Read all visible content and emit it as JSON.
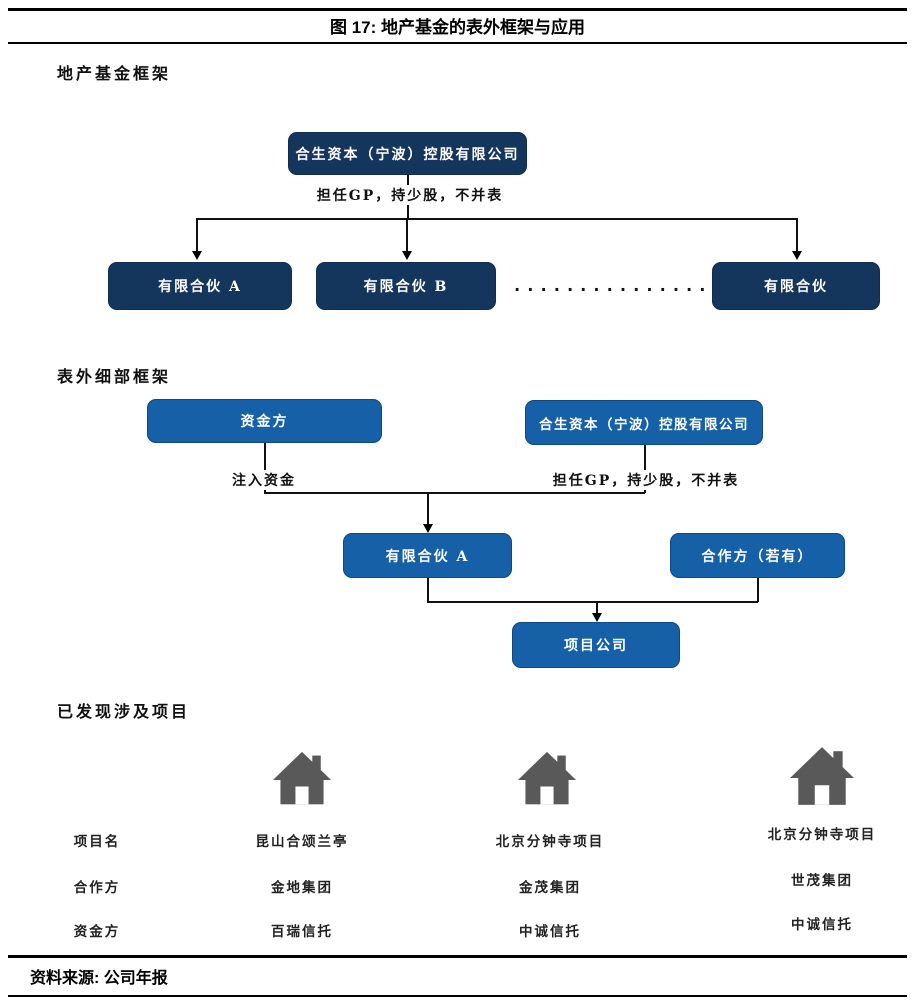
{
  "figure": {
    "title": "图 17: 地产基金的表外框架与应用",
    "source": "资料来源: 公司年报"
  },
  "colors": {
    "box_dark_navy": "#14355c",
    "box_blue": "#1560a6",
    "house_gray": "#595959",
    "line_black": "#111111"
  },
  "section1": {
    "heading": "地产基金框架",
    "parent_box": "合生资本（宁波）控股有限公司",
    "edge_label": "担任GP，持少股，不并表",
    "children": [
      "有限合伙 A",
      "有限合伙 B",
      "有限合伙"
    ],
    "ellipsis": "...................."
  },
  "section2": {
    "heading": "表外细部框架",
    "capital_box": "资金方",
    "gp_box": "合生资本（宁波）控股有限公司",
    "capital_edge_label": "注入资金",
    "gp_edge_label": "担任GP，持少股，不并表",
    "lp_box": "有限合伙 A",
    "partner_box": "合作方（若有）",
    "project_box": "项目公司"
  },
  "section3": {
    "heading": "已发现涉及项目",
    "row_labels": [
      "项目名",
      "合作方",
      "资金方"
    ],
    "projects": [
      {
        "name": "昆山合颂兰亭",
        "partner": "金地集团",
        "capital": "百瑞信托"
      },
      {
        "name": "北京分钟寺项目",
        "partner": "金茂集团",
        "capital": "中诚信托"
      },
      {
        "name": "北京分钟寺项目",
        "partner": "世茂集团",
        "capital": "中诚信托"
      }
    ]
  }
}
